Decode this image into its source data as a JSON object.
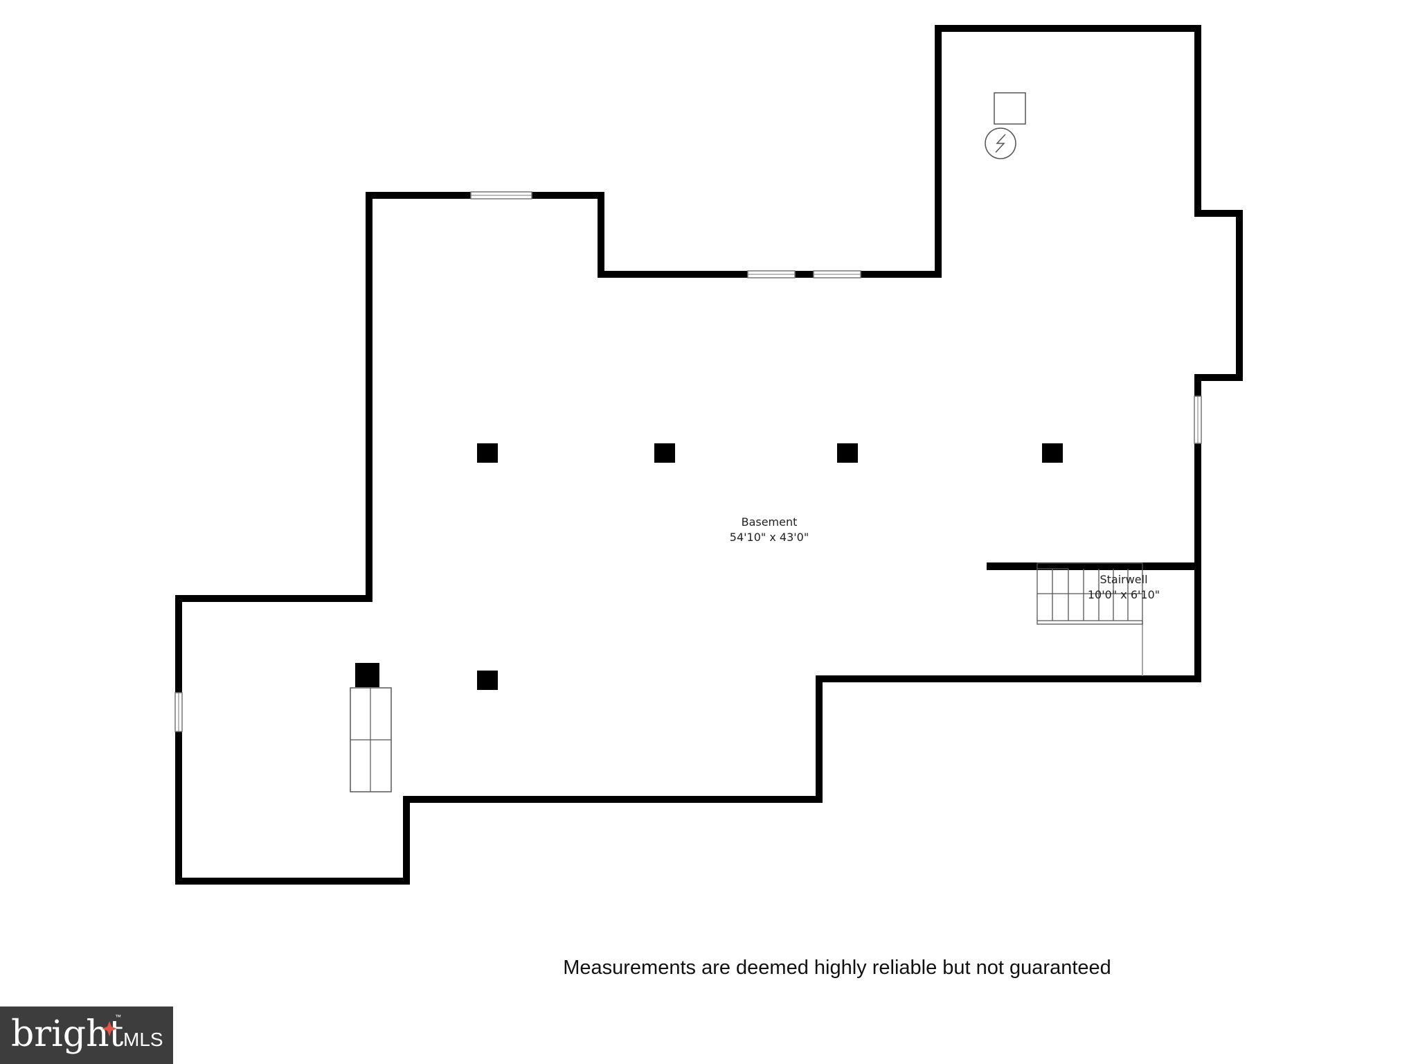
{
  "rooms": [
    {
      "name": "Basement",
      "dimensions": "54'10\" x 43'0\""
    },
    {
      "name": "Stairwell",
      "dimensions": "10'0\" x 6'10\""
    }
  ],
  "disclaimer": "Measurements are deemed highly reliable but not guaranteed",
  "logo": {
    "text": "bright",
    "suffix": "MLS",
    "trademark": "™"
  },
  "colors": {
    "wall": "#000000",
    "background": "#ffffff",
    "logo_background": "#3d3d3d",
    "logo_accent": "#e0554a"
  },
  "icons": [
    "electrical-panel-icon",
    "water-heater-icon",
    "stairs-icon",
    "support-column-icon",
    "window-icon"
  ]
}
